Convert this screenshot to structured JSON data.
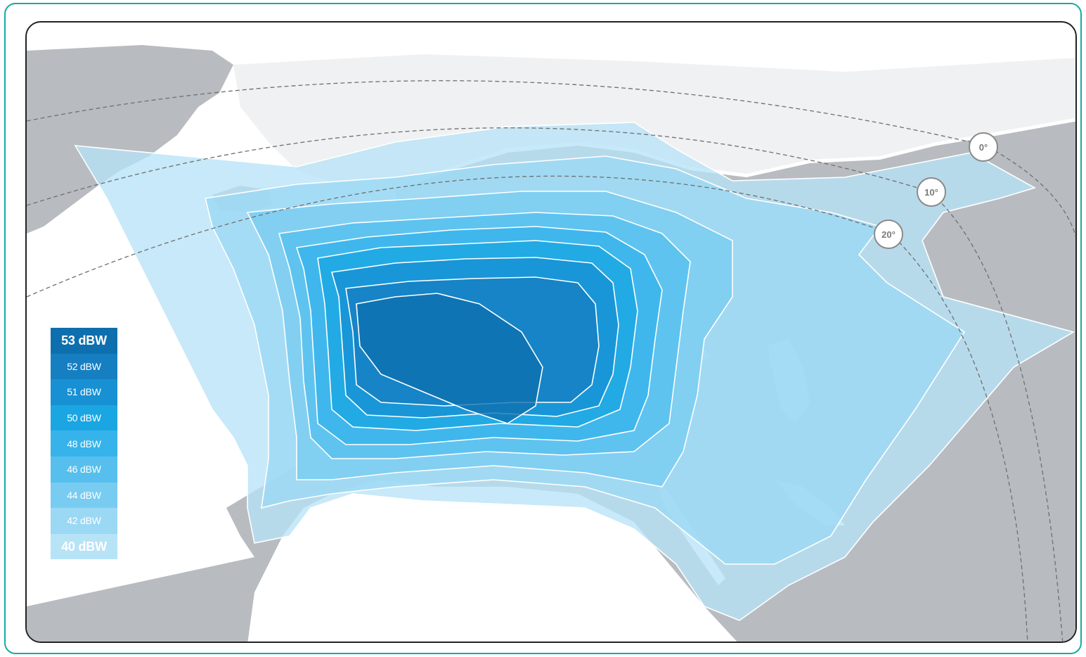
{
  "legend": [
    {
      "label": "53 dBW",
      "color": "#0e6fae"
    },
    {
      "label": "52 dBW",
      "color": "#167fc2"
    },
    {
      "label": "51 dBW",
      "color": "#1791d4"
    },
    {
      "label": "50 dBW",
      "color": "#1aa6e2"
    },
    {
      "label": "48 dBW",
      "color": "#36b3ea"
    },
    {
      "label": "46 dBW",
      "color": "#56bfee"
    },
    {
      "label": "44 dBW",
      "color": "#78ccf1"
    },
    {
      "label": "42 dBW",
      "color": "#9bd8f4"
    },
    {
      "label": "40 dBW",
      "color": "#b7e3f7"
    }
  ],
  "elevation_labels": [
    "0°",
    "10°",
    "20°"
  ],
  "colors": {
    "land": "#b8bcc0",
    "ice": "#f4f5f6",
    "ocean": "#ffffff",
    "frame_accent": "#1aa8a2"
  }
}
